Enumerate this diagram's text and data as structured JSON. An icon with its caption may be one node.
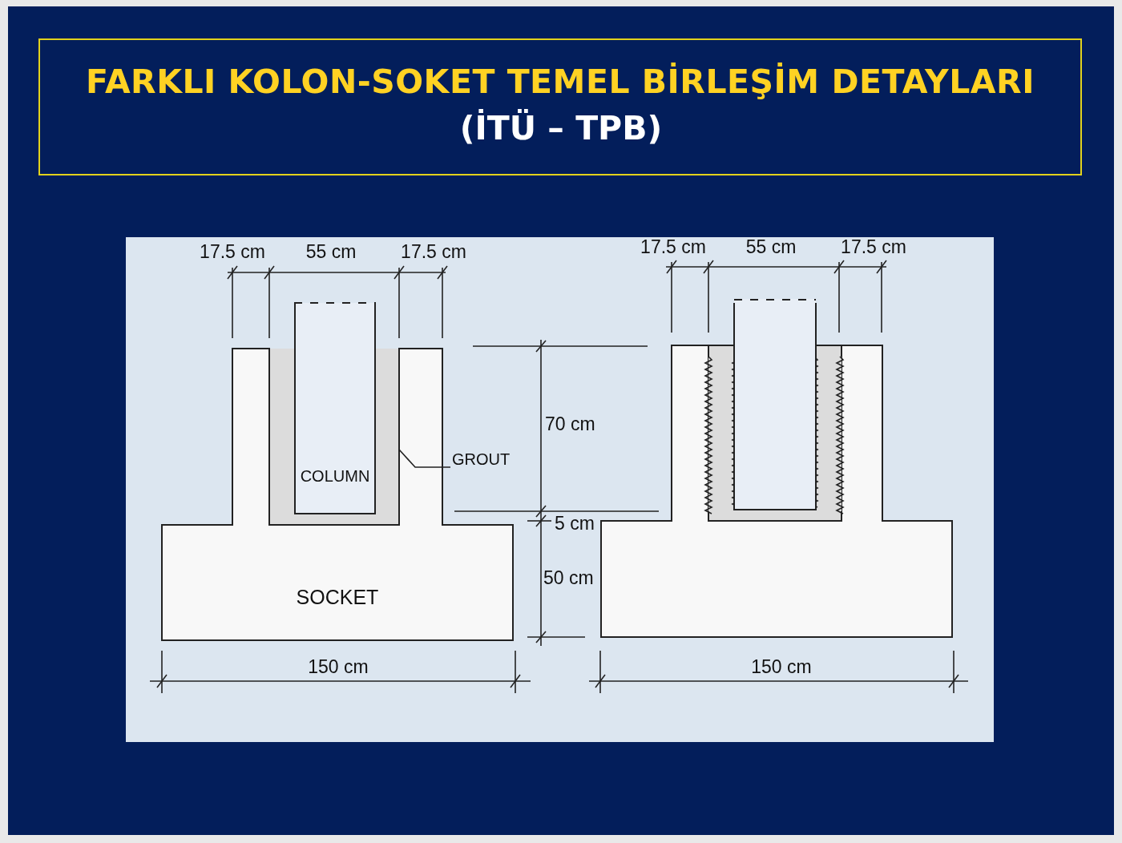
{
  "diagram": {
    "title": "FARKLI KOLON-SOKET TEMEL BİRLEŞİM DETAYLARI",
    "nodes": [
      {
        "text": [
          "COLUMN"
        ]
      },
      {
        "text": [
          "GROUT"
        ]
      },
      {
        "text": [
          "SOCKET"
        ]
      },
      {
        "text": [],
        "shape": "box",
        "in": 2
      }
    ],
    "edges": [
      {
        "from": 1,
        "to": 3,
        "arrow": "none"
      }
    ],
    "labels": [
      "(İTÜ – TPB)",
      "17.5 cm",
      "55 cm",
      "17.5 cm",
      "17.5 cm",
      "55 cm",
      "17.5 cm",
      "70 cm",
      "5 cm",
      "50 cm",
      "150 cm",
      "150 cm"
    ]
  }
}
